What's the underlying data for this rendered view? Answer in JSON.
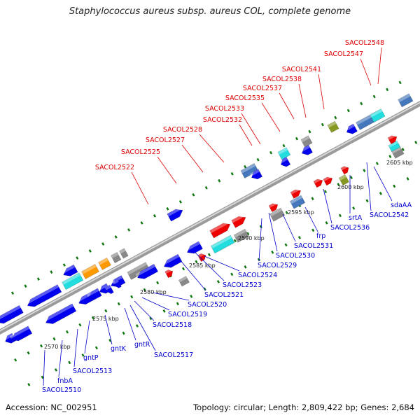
{
  "title": "Staphylococcus aureus subsp. aureus COL, complete genome",
  "accession_text": "Accession: NC_002951",
  "summary_text": "Topology: circular; Length: 2,809,422 bp; Genes: 2,684",
  "colors": {
    "background": "#ffffff",
    "backbone": "#9a9a9a",
    "upper_labels": "#dd0000",
    "lower_labels": "#0000cc",
    "forward_strand_genes": "#ee0000",
    "reverse_strand_genes": "#0000ee",
    "cyan_genes": "#22dddd",
    "orange_genes": "#ff9900",
    "olive_genes": "#889922",
    "gray_genes": "#888888",
    "steel_genes": "#4477bb",
    "tick_dots": "#117711"
  },
  "scale_ticks": [
    "2570 kbp",
    "2575 kbp",
    "2580 kbp",
    "2585 kbp",
    "2590 kbp",
    "2595 kbp",
    "2600 kbp",
    "2605 kbp"
  ],
  "upper_labels": [
    "SACOL2522",
    "SACOL2525",
    "SACOL2527",
    "SACOL2528",
    "SACOL2532",
    "SACOL2533",
    "SACOL2535",
    "SACOL2537",
    "SACOL2538",
    "SACOL2541",
    "SACOL2547",
    "SACOL2548"
  ],
  "lower_labels": [
    "SACOL2510",
    "fnbA",
    "SACOL2513",
    "gntP",
    "gntK",
    "gntR",
    "SACOL2517",
    "SACOL2518",
    "SACOL2519",
    "SACOL2520",
    "SACOL2521",
    "SACOL2523",
    "SACOL2524",
    "SACOL2529",
    "SACOL2530",
    "SACOL2531",
    "frp",
    "SACOL2536",
    "srtA",
    "SACOL2542",
    "sdaAA"
  ]
}
